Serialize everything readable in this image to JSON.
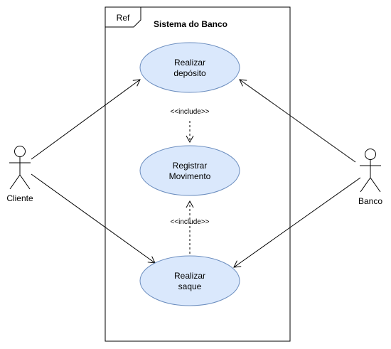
{
  "frame": {
    "tag": "Ref",
    "title": "Sistema do Banco"
  },
  "actors": [
    {
      "id": "cliente",
      "label": "Cliente"
    },
    {
      "id": "banco",
      "label": "Banco"
    }
  ],
  "use_cases": [
    {
      "id": "deposito",
      "lines": [
        "Realizar",
        "depósito"
      ]
    },
    {
      "id": "movimento",
      "lines": [
        "Registrar",
        "Movimento"
      ]
    },
    {
      "id": "saque",
      "lines": [
        "Realizar",
        "saque"
      ]
    }
  ],
  "relations": {
    "include_label": "<<include>>"
  },
  "colors": {
    "use_case_fill": "#dae8fc",
    "use_case_stroke": "#6c8ebf",
    "line": "#000000",
    "frame_stroke": "#000000"
  }
}
